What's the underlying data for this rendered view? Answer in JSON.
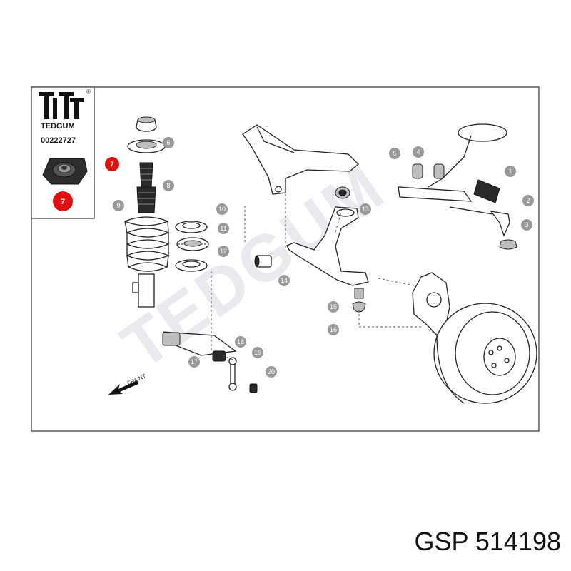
{
  "brand": {
    "name": "TEDGUM",
    "part_number": "00222727",
    "registered_mark": "®",
    "highlight_number": "7"
  },
  "diagram": {
    "watermark": "TEDGUM",
    "front_label": "FRONT",
    "callouts": [
      "1",
      "2",
      "3",
      "4",
      "5",
      "6",
      "7",
      "8",
      "9",
      "10",
      "11",
      "12",
      "13",
      "14",
      "15",
      "16",
      "17",
      "18",
      "19",
      "20"
    ],
    "highlight_color": "#e01010",
    "callout_color": "#999999"
  },
  "caption": "GSP 514198"
}
